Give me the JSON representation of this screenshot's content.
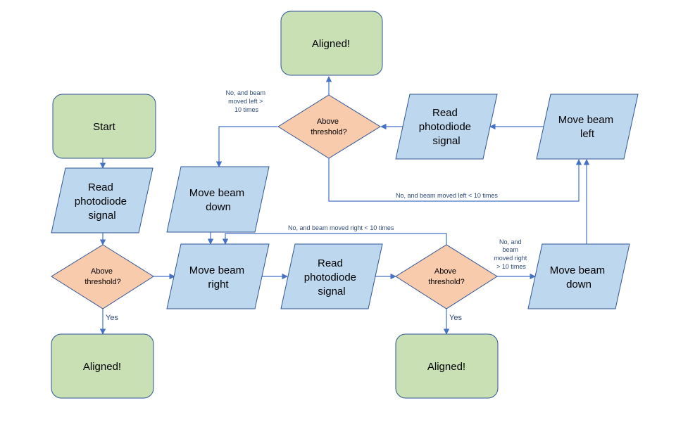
{
  "colors": {
    "terminal_fill": "#c9e0b4",
    "process_fill": "#bdd7ee",
    "decision_fill": "#f8cbad",
    "stroke": "#2f5597",
    "connector": "#4472c4",
    "label_text": "#2e4a7a"
  },
  "nodes": {
    "start": {
      "label": "Start"
    },
    "read_signal_1": {
      "lines": [
        "Read",
        "photodiode",
        "signal"
      ]
    },
    "decision_1": {
      "lines": [
        "Above",
        "threshold?"
      ]
    },
    "aligned_1": {
      "label": "Aligned!"
    },
    "move_down_1": {
      "lines": [
        "Move beam",
        "down"
      ]
    },
    "move_right": {
      "lines": [
        "Move beam",
        "right"
      ]
    },
    "read_signal_2": {
      "lines": [
        "Read",
        "photodiode",
        "signal"
      ]
    },
    "decision_2": {
      "lines": [
        "Above",
        "threshold?"
      ]
    },
    "aligned_2": {
      "label": "Aligned!"
    },
    "move_down_2": {
      "lines": [
        "Move beam",
        "down"
      ]
    },
    "move_left": {
      "lines": [
        "Move beam",
        "left"
      ]
    },
    "read_signal_3": {
      "lines": [
        "Read",
        "photodiode",
        "signal"
      ]
    },
    "decision_3": {
      "lines": [
        "Above",
        "threshold?"
      ]
    },
    "aligned_3": {
      "label": "Aligned!"
    }
  },
  "edge_labels": {
    "yes_1": "Yes",
    "yes_2": "Yes",
    "right_loop": "No, and beam moved right < 10 times",
    "right_exceeded": [
      "No, and",
      "beam",
      "moved right",
      "> 10 times"
    ],
    "left_loop": "No, and beam moved left < 10 times",
    "left_exceeded": [
      "No, and beam",
      "moved left >",
      "10 times"
    ]
  }
}
